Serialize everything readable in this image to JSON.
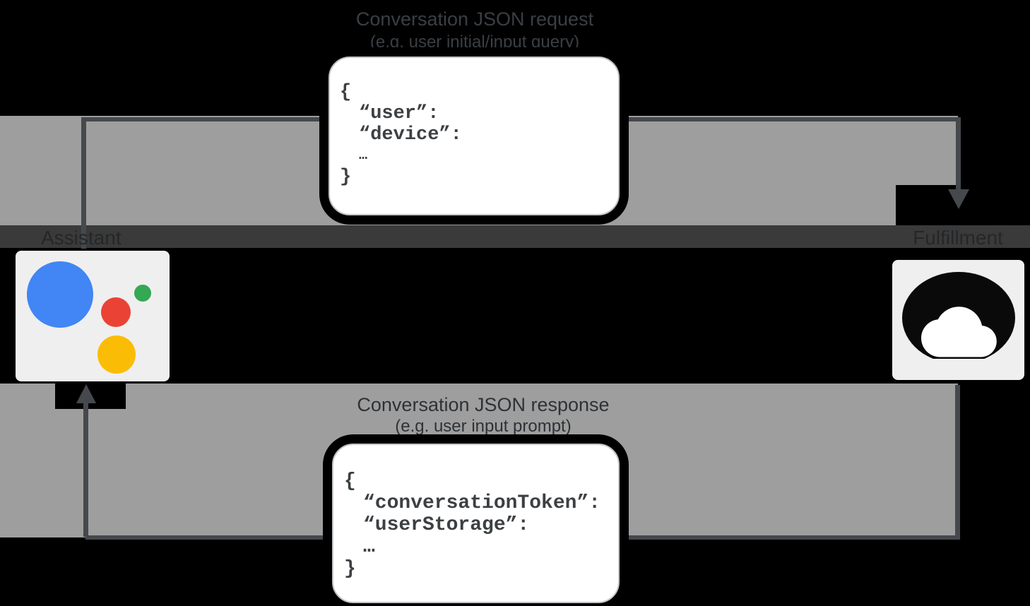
{
  "request": {
    "title": "Conversation JSON request",
    "subtitle": "(e.g. user initial/input query)",
    "json_lines": [
      "{",
      "“user”:",
      "“device”:",
      "…",
      "}"
    ]
  },
  "response": {
    "title": "Conversation JSON response",
    "subtitle": "(e.g. user input prompt)",
    "json_lines": [
      "{",
      "“conversationToken”:",
      "“userStorage”:",
      "…",
      "}"
    ]
  },
  "assistant": {
    "label": "Assistant"
  },
  "fulfillment": {
    "label": "Fulfillment"
  },
  "colors": {
    "assistant_blue": "#4285f4",
    "assistant_red": "#ea4335",
    "assistant_green": "#34a853",
    "assistant_yellow": "#fbbc05",
    "arrow_gray": "#45494e",
    "panel_gray": "#9e9e9e",
    "label_band_gray": "#3a3a3a",
    "code_text_gray": "#3c4043",
    "box_white": "#ffffff"
  }
}
